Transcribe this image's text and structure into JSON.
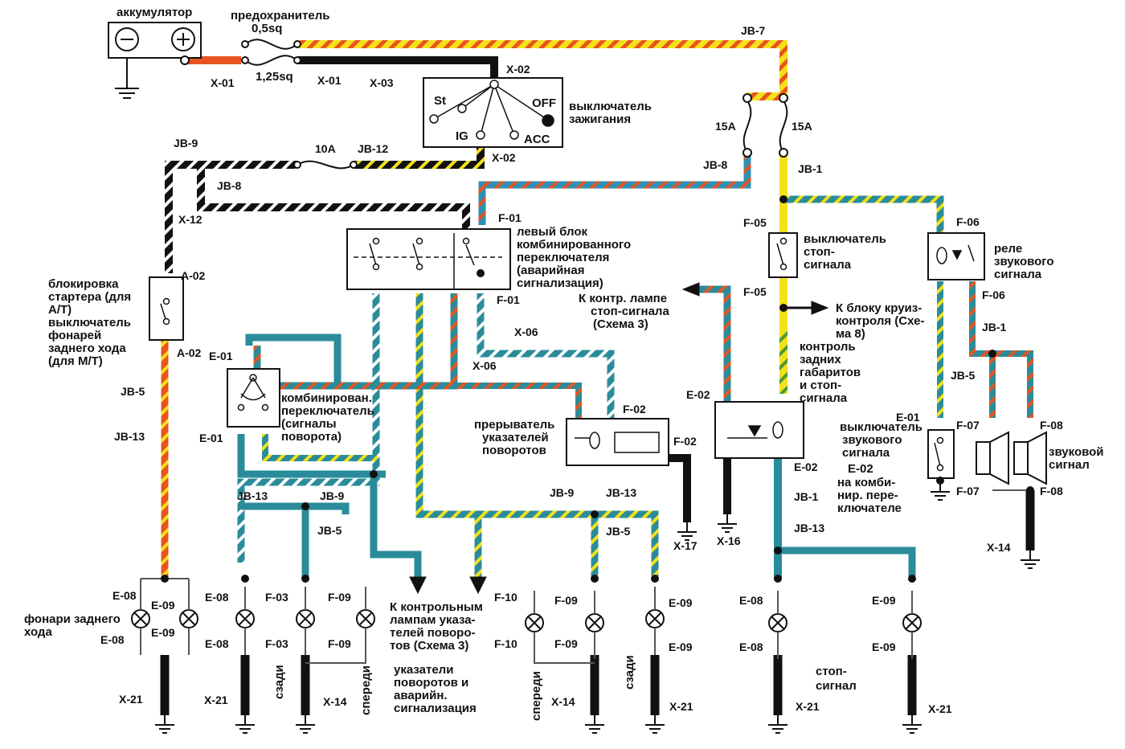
{
  "labels": {
    "battery": "аккумулятор",
    "fuse_top": "предохранитель",
    "wire_05": "0,5sq",
    "wire_125": "1,25sq",
    "ignition_switch": [
      "выключатель",
      "зажигания"
    ],
    "ign_st": "St",
    "ign_off": "OFF",
    "ign_ig": "IG",
    "ign_acc": "ACC",
    "fuse_10a": "10A",
    "fuse_15a_left": "15A",
    "fuse_15a_right": "15A",
    "left_combo_switch": [
      "левый блок",
      "комбинированного",
      "переключателя",
      "(аварийная",
      "сигнализация)"
    ],
    "starter_lock": [
      "блокировка",
      "стартера (для",
      "A/T)",
      "выключатель",
      "фонарей",
      "заднего хода",
      "(для M/T)"
    ],
    "turn_signal_switch": [
      "комбинирован.",
      "переключатель",
      "(сигналы",
      "поворота)"
    ],
    "flasher": [
      "прерыватель",
      "указателей",
      "поворотов"
    ],
    "to_stop_lamp_control": [
      "К контр. лампе",
      "стоп-сигнала",
      "(Схема 3)"
    ],
    "to_cruise_control": [
      "К блоку круиз-",
      "контроля (Схе-",
      "ма 8)"
    ],
    "rear_lights_control": [
      "контроль",
      "задних",
      "габаритов",
      "и стоп-",
      "сигнала"
    ],
    "stop_switch": [
      "выключатель",
      "стоп-",
      "сигнала"
    ],
    "horn_relay": [
      "реле",
      "звукового",
      "сигнала"
    ],
    "horn_switch": [
      "выключатель",
      "звукового",
      "сигнала"
    ],
    "horn_switch_note": [
      "E-02",
      "на комби-",
      "нир. пере-",
      "ключателе"
    ],
    "horn": [
      "звуковой",
      "сигнал"
    ],
    "reverse_lights": [
      "фонари заднего",
      "хода"
    ],
    "to_indicator_lamps": [
      "К контрольным",
      "лампам указа-",
      "телей поворо-",
      "тов (Схема 3)"
    ],
    "turn_hazard": [
      "указатели",
      "поворотов и",
      "аварийн.",
      "сигнализация"
    ],
    "stop_signal": [
      "стоп-",
      "сигнал"
    ],
    "rear_left": "сзади",
    "front_left": "спереди",
    "front_right": "спереди",
    "rear_right": "сзади"
  },
  "connectors": {
    "X01a": "X-01",
    "X01b": "X-01",
    "X02a": "X-02",
    "X02b": "X-02",
    "X03": "X-03",
    "JB7": "JB-7",
    "JB8a": "JB-8",
    "JB8b": "JB-8",
    "JB9a": "JB-9",
    "JB12": "JB-12",
    "JB1a": "JB-1",
    "X12": "X-12",
    "A02a": "A-02",
    "A02b": "A-02",
    "JB5a": "JB-5",
    "JB13a": "JB-13",
    "F01a": "F-01",
    "F01b": "F-01",
    "F05a": "F-05",
    "F05b": "F-05",
    "F06a": "F-06",
    "F06b": "F-06",
    "JB1b": "JB-1",
    "JB5b": "JB-5",
    "X06a": "X-06",
    "X06b": "X-06",
    "E01a": "E-01",
    "E01b": "E-01",
    "E01c": "E-01",
    "E02a": "E-02",
    "E02b": "E-02",
    "F02a": "F-02",
    "F02b": "F-02",
    "F07a": "F-07",
    "F07b": "F-07",
    "F08a": "F-08",
    "F08b": "F-08",
    "X17": "X-17",
    "X16": "X-16",
    "X14a": "X-14",
    "JB1c": "JB-1",
    "JB13b": "JB-13",
    "JB9b": "JB-9",
    "JB5c": "JB-5",
    "JB9c": "JB-9",
    "JB13c": "JB-13",
    "JB13d": "JB-13",
    "JB5d": "JB-5",
    "E08a": "E-08",
    "E09a": "E-09",
    "E08b": "E-08",
    "E09b": "E-09",
    "E08c": "E-08",
    "E08d": "E-08",
    "F03a": "F-03",
    "F03b": "F-03",
    "F09a": "F-09",
    "F09b": "F-09",
    "F10a": "F-10",
    "F10b": "F-10",
    "F09c": "F-09",
    "F09d": "F-09",
    "E09c": "E-09",
    "E09d": "E-09",
    "E08e": "E-08",
    "E08f": "E-08",
    "E09e": "E-09",
    "E09f": "E-09",
    "X21a": "X-21",
    "X21b": "X-21",
    "X14b": "X-14",
    "X14c": "X-14",
    "X21c": "X-21",
    "X21d": "X-21",
    "X21e": "X-21"
  },
  "colors": {
    "red": "#e8541f",
    "yellow": "#f3e11a",
    "black": "#111111",
    "blue": "#2e8fb5",
    "teal": "#2a8c9a",
    "orange": "#f08a2a"
  }
}
